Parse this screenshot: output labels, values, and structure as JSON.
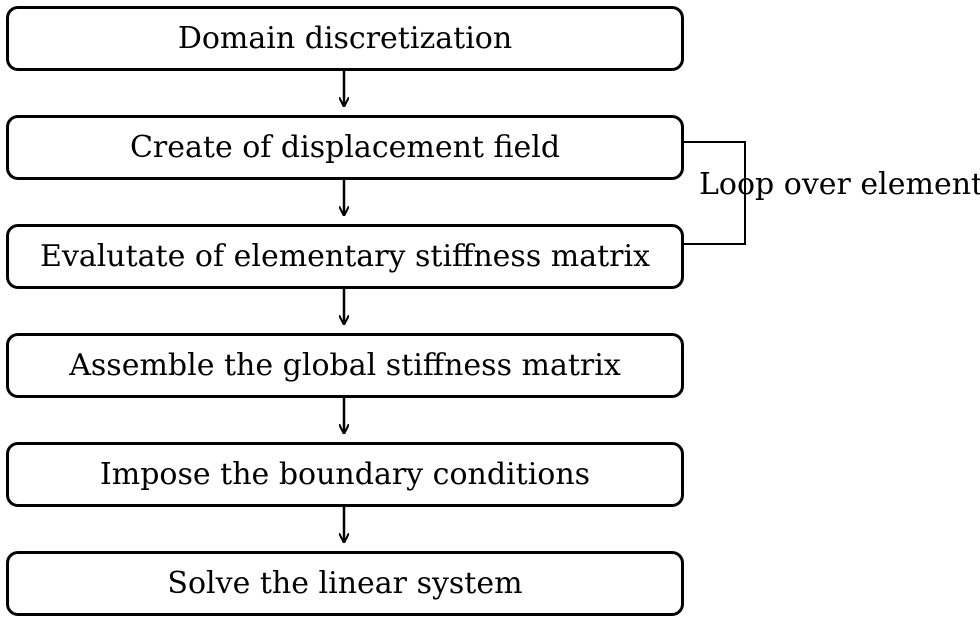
{
  "flowchart": {
    "steps": [
      {
        "label": "Domain discretization"
      },
      {
        "label": "Create of displacement field"
      },
      {
        "label": "Evalutate of elementary stiffness matrix"
      },
      {
        "label": "Assemble the global stiffness matrix"
      },
      {
        "label": "Impose the boundary conditions"
      },
      {
        "label": "Solve the linear system"
      }
    ],
    "loop": {
      "label": "Loop over elements",
      "from_step": 2,
      "to_step": 1
    }
  },
  "colors": {
    "stroke": "#000000",
    "background": "#ffffff"
  }
}
